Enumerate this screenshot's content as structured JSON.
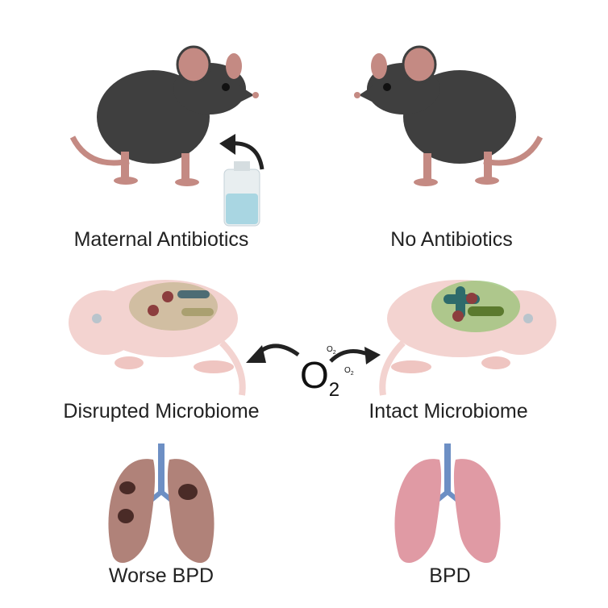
{
  "top_left_label": "Maternal Antibiotics",
  "top_right_label": "No Antibiotics",
  "middle_left_label": "Disrupted Microbiome",
  "middle_right_label": "Intact Microbiome",
  "bottom_left_label": "Worse BPD",
  "bottom_right_label": "BPD",
  "oxygen": {
    "symbol": "O",
    "subscript": "2"
  },
  "colors": {
    "mouse": "#3f3f3f",
    "pup": "#f3d3d0",
    "lung_healthy": "#e09aa4",
    "lung_damaged": "#b08279",
    "arrow": "#222222"
  }
}
